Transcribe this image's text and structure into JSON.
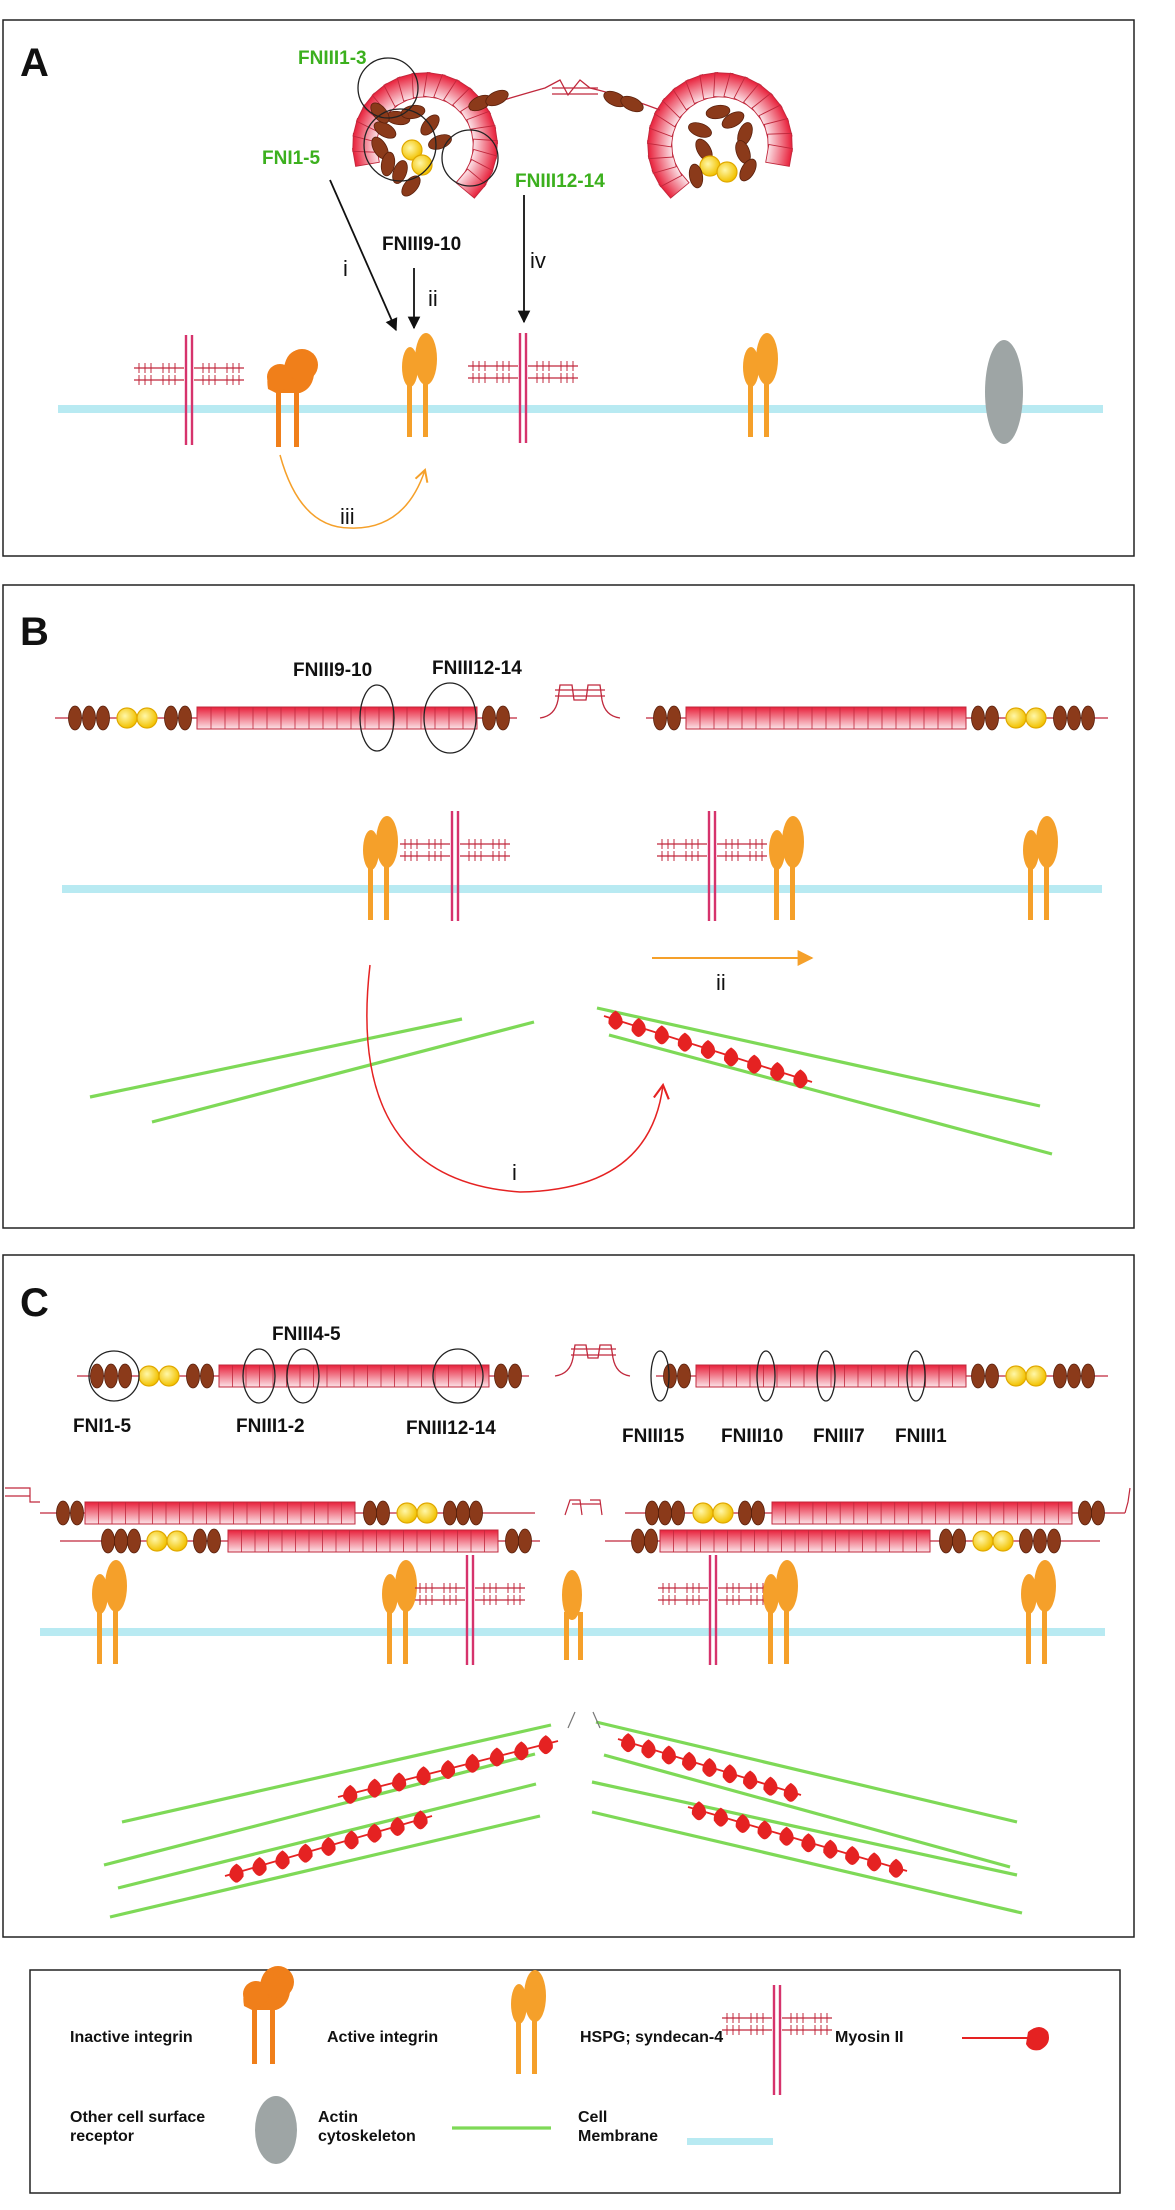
{
  "colors": {
    "membrane": "#b8eaf2",
    "actin": "#7ed957",
    "myosin": "#e52222",
    "integrin_inactive": "#f07f1a",
    "integrin_active": "#f5a02a",
    "syndecan": "#d6336c",
    "fni_module": "#8b3a1a",
    "fnii_module": "#f7d51e",
    "fniii_module": "#e8384f",
    "other_receptor": "#9ea5a5",
    "green_label": "#3cb01e"
  },
  "panels": {
    "a": {
      "letter": "A",
      "domain_labels": {
        "fniii_1_3": "FNIII1-3",
        "fni_1_5": "FNI1-5",
        "fniii_9_10": "FNIII9-10",
        "fniii_12_14": "FNIII12-14"
      },
      "arrow_labels": {
        "i": "i",
        "ii": "ii",
        "iii": "iii",
        "iv": "iv"
      }
    },
    "b": {
      "letter": "B",
      "domain_labels": {
        "fniii_9_10": "FNIII9-10",
        "fniii_12_14": "FNIII12-14"
      },
      "arrow_labels": {
        "i": "i",
        "ii": "ii"
      }
    },
    "c": {
      "letter": "C",
      "domain_labels": {
        "fniii_4_5": "FNIII4-5",
        "fni_1_5": "FNI1-5",
        "fniii_1_2": "FNIII1-2",
        "fniii_12_14": "FNIII12-14",
        "fniii_15": "FNIII15",
        "fniii_10": "FNIII10",
        "fniii_7": "FNIII7",
        "fniii_1": "FNIII1"
      }
    }
  },
  "legend": {
    "inactive_integrin": "Inactive integrin",
    "active_integrin": "Active  integrin",
    "hspg": "HSPG; syndecan-4",
    "myosin": "Myosin II",
    "other_receptor_line1": "Other cell surface",
    "other_receptor_line2": "receptor",
    "actin_line1": "Actin",
    "actin_line2": "cytoskeleton",
    "membrane_line1": "Cell",
    "membrane_line2": "Membrane"
  }
}
